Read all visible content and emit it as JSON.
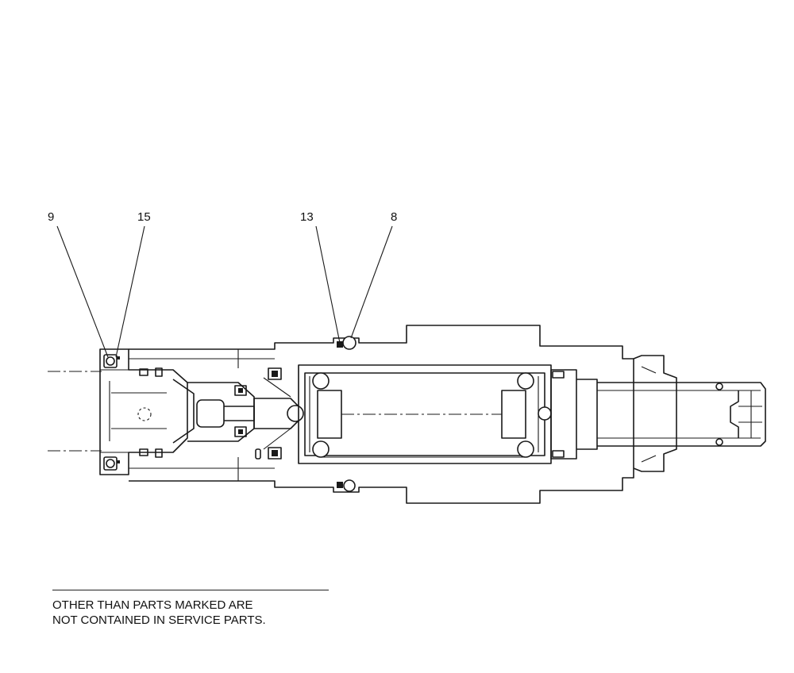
{
  "callouts": {
    "part_9": "9",
    "part_15": "15",
    "part_13": "13",
    "part_8": "8"
  },
  "note": {
    "line1": "OTHER THAN PARTS MARKED ARE",
    "line2": "NOT CONTAINED IN SERVICE PARTS."
  }
}
